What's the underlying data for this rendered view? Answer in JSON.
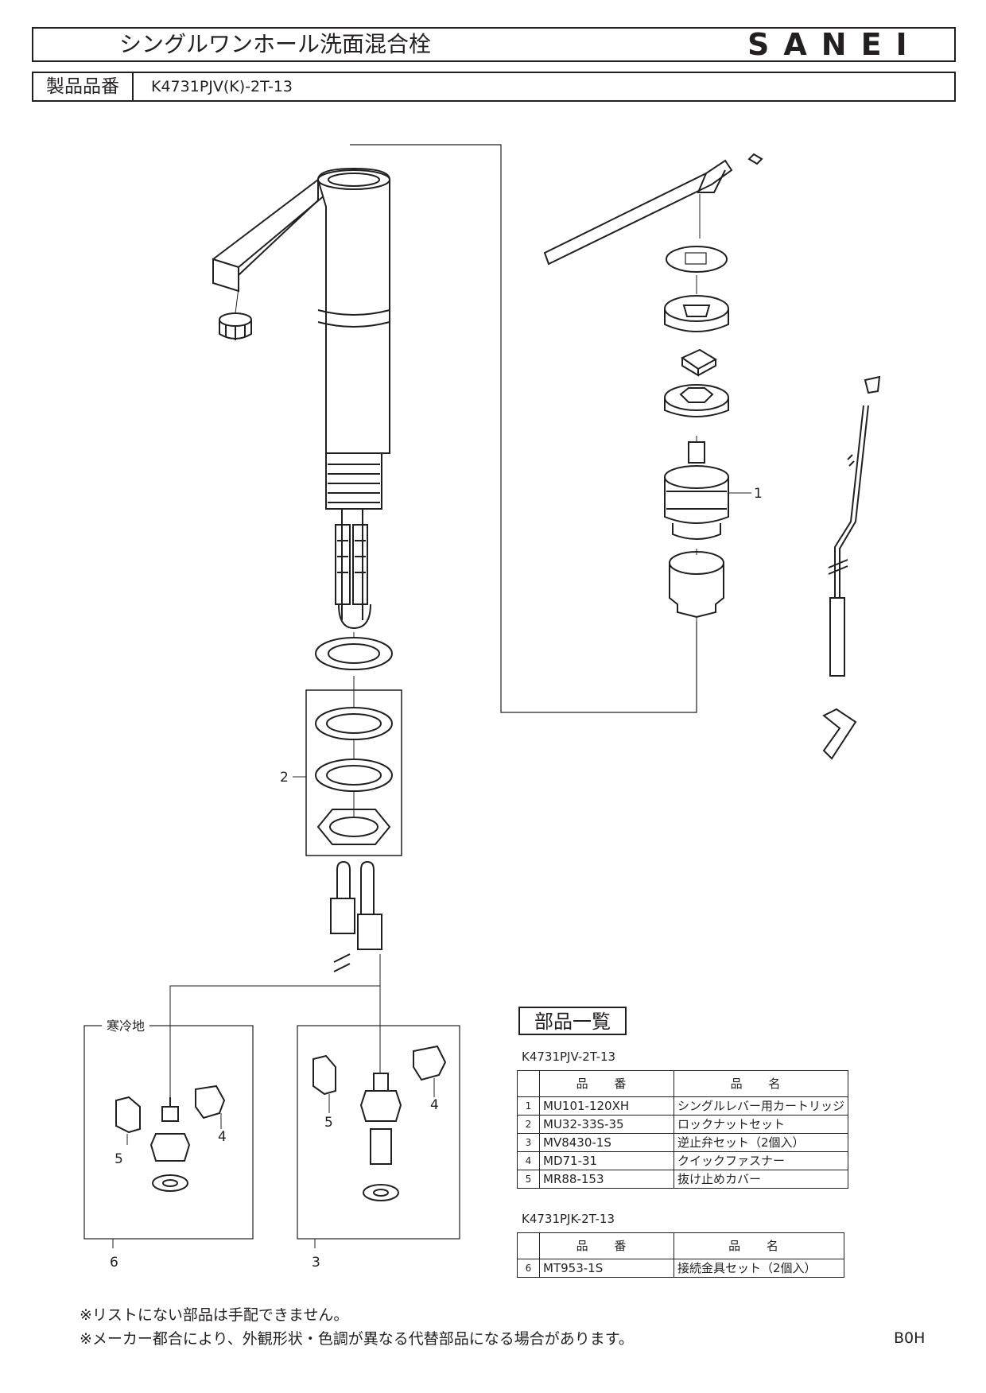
{
  "header": {
    "title": "シングルワンホール洗面混合栓",
    "brand": "SANEI",
    "part_number_label": "製品品番",
    "part_number": "K4731PJV(K)-2T-13"
  },
  "callouts": {
    "c1": "1",
    "c2": "2",
    "c3": "3",
    "c4a": "4",
    "c4b": "4",
    "c5a": "5",
    "c5b": "5",
    "c6": "6"
  },
  "cold_region_label": "寒冷地",
  "parts_section": {
    "title": "部品一覧",
    "table1_model": "K4731PJV-2T-13",
    "table2_model": "K4731PJK-2T-13",
    "col_code": "品 番",
    "col_name": "品 名",
    "table1_rows": [
      {
        "no": "1",
        "code": "MU101-120XH",
        "name": "シングルレバー用カートリッジ"
      },
      {
        "no": "2",
        "code": "MU32-33S-35",
        "name": "ロックナットセット"
      },
      {
        "no": "3",
        "code": "MV8430-1S",
        "name": "逆止弁セット（2個入）"
      },
      {
        "no": "4",
        "code": "MD71-31",
        "name": "クイックファスナー"
      },
      {
        "no": "5",
        "code": "MR88-153",
        "name": "抜け止めカバー"
      }
    ],
    "table2_rows": [
      {
        "no": "6",
        "code": "MT953-1S",
        "name": "接続金具セット（2個入）"
      }
    ]
  },
  "notes": {
    "line1": "※リストにない部品は手配できません。",
    "line2": "※メーカー都合により、外観形状・色調が異なる代替部品になる場合があります。"
  },
  "footer_code": "B0H"
}
